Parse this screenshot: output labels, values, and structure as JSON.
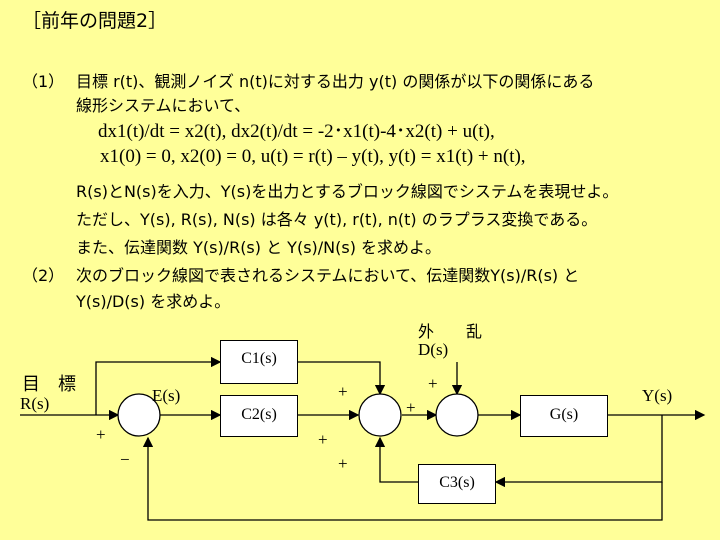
{
  "title": "［前年の問題2］",
  "q1": {
    "num": "（1）",
    "line1": "目標 r(t)、観測ノイズ n(t)に対する出力 y(t) の関係が以下の関係にある",
    "line2": "線形システムにおいて、",
    "eq1": "dx1(t)/dt = x2(t),     dx2(t)/dt = -2･x1(t)-4･x2(t) + u(t),",
    "eq2": "x1(0) = 0,  x2(0) = 0,    u(t) = r(t) – y(t),       y(t) = x1(t) + n(t),",
    "line3": "R(s)とN(s)を入力、Y(s)を出力とするブロック線図でシステムを表現せよ。",
    "line4": "ただし、Y(s), R(s), N(s) は各々  y(t), r(t), n(t) のラプラス変換である。",
    "line5": "また、伝達関数 Y(s)/R(s) と Y(s)/N(s) を求めよ。"
  },
  "q2": {
    "num": "（2）",
    "line1": "次のブロック線図で表されるシステムにおいて、伝達関数Y(s)/R(s) と",
    "line2": "Y(s)/D(s) を求めよ。"
  },
  "diagram": {
    "target_label": "目　標",
    "target_signal": "R(s)",
    "error_signal": "E(s)",
    "disturbance_label": "外　　乱",
    "disturbance_signal": "D(s)",
    "output_signal": "Y(s)",
    "blocks": {
      "c1": "C1(s)",
      "c2": "C2(s)",
      "g": "G(s)",
      "c3": "C3(s)"
    },
    "signs": {
      "plus": "+",
      "minus": "−"
    }
  }
}
